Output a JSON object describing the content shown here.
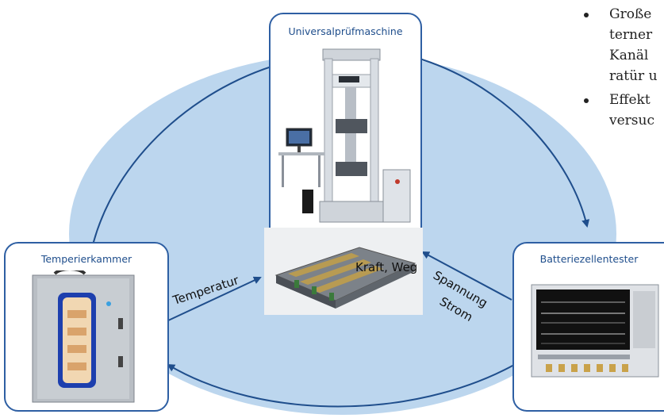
{
  "diagram": {
    "nodes": {
      "top": {
        "title": "Universalprüfmaschine"
      },
      "left": {
        "title": "Temperierkammer"
      },
      "right": {
        "title": "Batteriezellentester"
      }
    },
    "edges": {
      "top_to_center": "Kraft, Weg",
      "left_to_center": "Temperatur",
      "right_to_center_1": "Spannung",
      "right_to_center_2": "Strom"
    }
  },
  "bullets": [
    {
      "lines": [
        "Große",
        "terner",
        "Kanäl",
        "ratür u"
      ]
    },
    {
      "lines": [
        "Effekt",
        "versuc"
      ]
    }
  ],
  "colors": {
    "ellipse_fill": "#bcd6ee",
    "border": "#2e5fa3",
    "arrow": "#1f4e8c",
    "title": "#1f4e8c"
  }
}
